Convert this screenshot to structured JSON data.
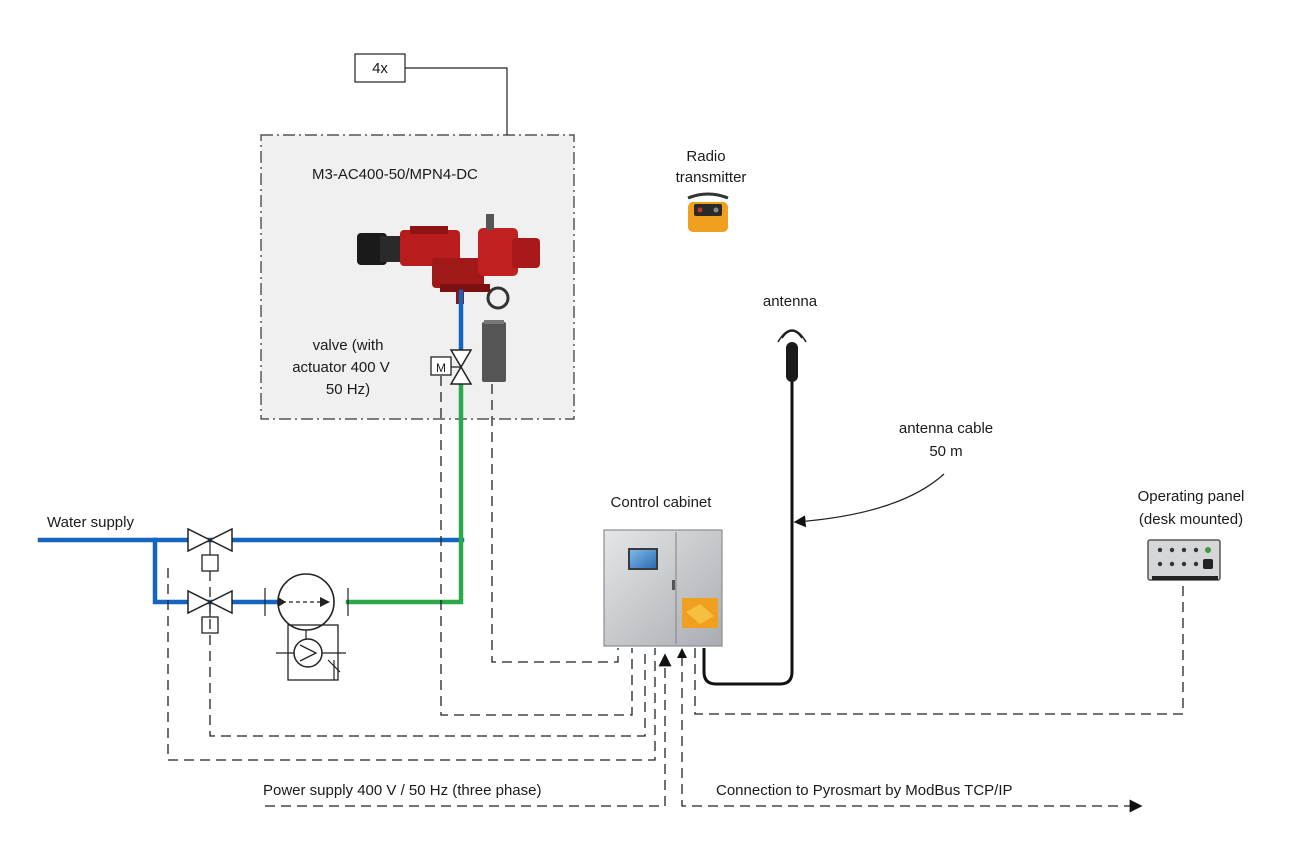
{
  "colors": {
    "water_pipe": "#1565c0",
    "pumped_pipe": "#2aa84a",
    "monitor_red": "#b81c1c",
    "transmitter_orange": "#f0a01e",
    "cabinet_grey": "#c8cacc",
    "enclosure_fill": "#f0f0f0"
  },
  "labels": {
    "count_box": "4x",
    "monitor_model": "M3-AC400-50/MPN4-DC",
    "valve_line1": "valve (with",
    "valve_line2": "actuator 400 V",
    "valve_line3": "50 Hz)",
    "motor_symbol": "M",
    "radio_line1": "Radio",
    "radio_line2": "transmitter",
    "antenna": "antenna",
    "antenna_cable_line1": "antenna cable",
    "antenna_cable_line2": "50 m",
    "control_cabinet": "Control cabinet",
    "operating_panel_line1": "Operating panel",
    "operating_panel_line2": "(desk mounted)",
    "water_supply": "Water supply",
    "power_supply": "Power supply 400 V / 50 Hz (three phase)",
    "pyrosmart_connection": "Connection to Pyrosmart by ModBus TCP/IP"
  },
  "icons": {
    "monitor": "water-cannon-monitor-icon",
    "radio_transmitter": "radio-transmitter-icon",
    "antenna": "antenna-icon",
    "cabinet": "control-cabinet-icon",
    "panel": "operating-panel-icon",
    "pump": "pump-symbol-icon",
    "valve": "valve-symbol-icon"
  }
}
